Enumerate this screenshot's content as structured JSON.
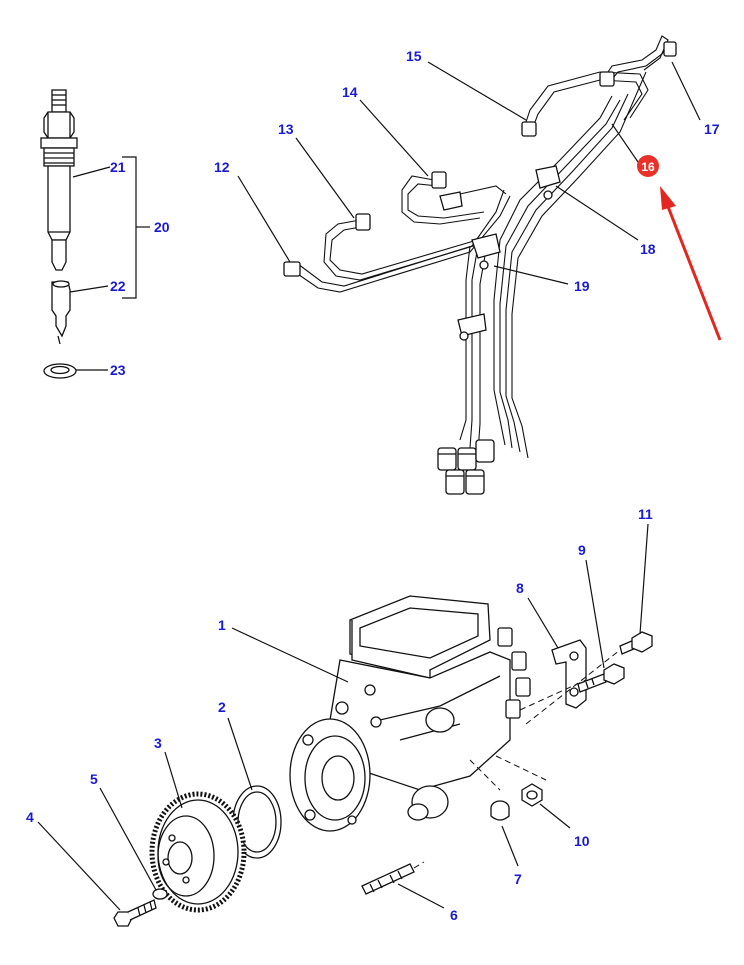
{
  "colors": {
    "callout_text": "#1a1ad6",
    "highlight_badge": "#e8312a",
    "highlight_text": "#ffffff",
    "arrow": "#e3261f",
    "line": "#111111"
  },
  "callouts": {
    "c1": "1",
    "c2": "2",
    "c3": "3",
    "c4": "4",
    "c5": "5",
    "c6": "6",
    "c7": "7",
    "c8": "8",
    "c9": "9",
    "c10": "10",
    "c11": "11",
    "c12": "12",
    "c13": "13",
    "c14": "14",
    "c15": "15",
    "c16": "16",
    "c17": "17",
    "c18": "18",
    "c19": "19",
    "c20": "20",
    "c21": "21",
    "c22": "22",
    "c23": "23"
  },
  "highlight": {
    "part": "16",
    "icon": "red-pointer-arrow"
  }
}
